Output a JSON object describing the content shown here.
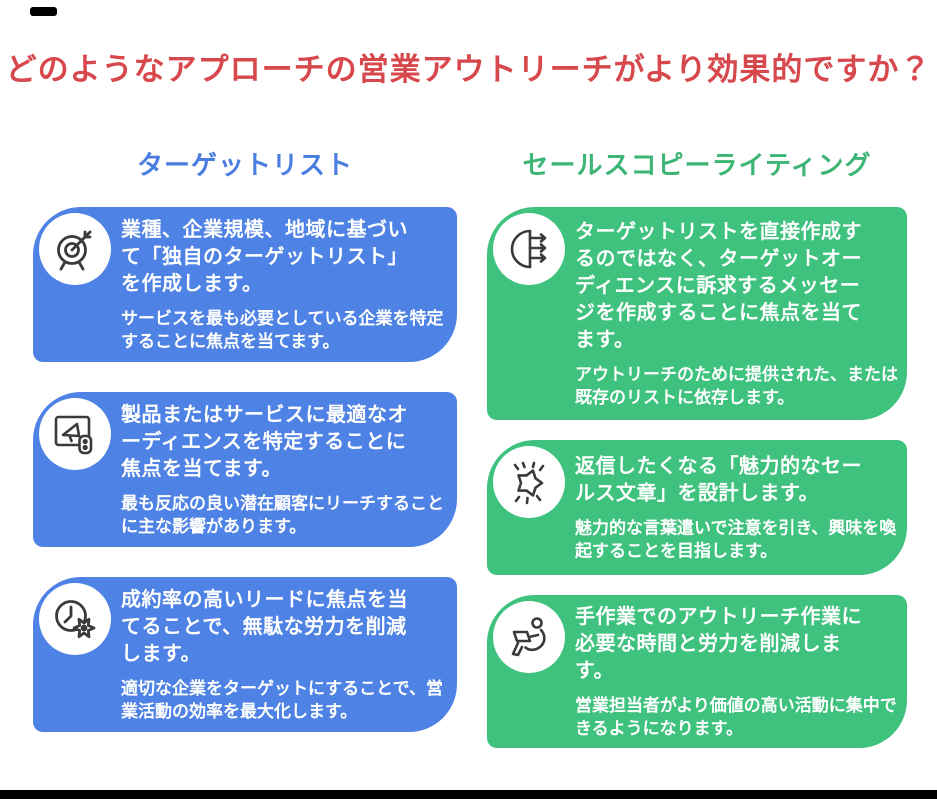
{
  "page": {
    "title": "どのようなアプローチの営業アウトリーチがより効果的ですか？",
    "title_color": "#D7484D",
    "background_color": "#FFFFFF",
    "footer_bar_color": "#000000",
    "logo_mark_color": "#000000",
    "icon_stroke_color": "#3A3A3A",
    "icon_circle_color": "#FFFFFF",
    "card_text_color": "#FFFFFF"
  },
  "columns": [
    {
      "heading": "ターゲットリスト",
      "heading_color": "#4A7DE0",
      "card_color": "#4E82E4",
      "cards": [
        {
          "icon": "dartboard-target-icon",
          "title": "業種、企業規模、地域に基づい\nて「独自のターゲットリスト」\nを作成します。",
          "subtitle": "サービスを最も必要としている企業を特定\nすることに焦点を当てます。"
        },
        {
          "icon": "megaphone-screen-icon",
          "title": "製品またはサービスに最適なオ\nーディエンスを特定することに\n焦点を当てます。",
          "subtitle": "最も反応の良い潜在顧客にリーチすること\nに主な影響があります。"
        },
        {
          "icon": "clock-gear-icon",
          "title": "成約率の高いリードに焦点を当\nてることで、無駄な労力を削減\nします。",
          "subtitle": "適切な企業をターゲットにすることで、営\n業活動の効率を最大化します。"
        }
      ]
    },
    {
      "heading": "セールスコピーライティング",
      "heading_color": "#3DB574",
      "card_color": "#3EC27E",
      "cards": [
        {
          "icon": "head-outbound-arrows-icon",
          "title": "ターゲットリストを直接作成す\nるのではなく、ターゲットオー\nディエンスに訴求するメッセー\nジを作成することに焦点を当て\nます。",
          "subtitle": "アウトリーチのために提供された、または\n既存のリストに依存します。"
        },
        {
          "icon": "burst-icon",
          "title": "返信したくなる「魅力的なセー\nルス文章」を設計します。",
          "subtitle": "魅力的な言葉遣いで注意を引き、興味を喚\n起することを目指します。"
        },
        {
          "icon": "person-laptop-icon",
          "title": "手作業でのアウトリーチ作業に\n必要な時間と労力を削減しま\nす。",
          "subtitle": "営業担当者がより価値の高い活動に集中で\nきるようになります。"
        }
      ]
    }
  ]
}
